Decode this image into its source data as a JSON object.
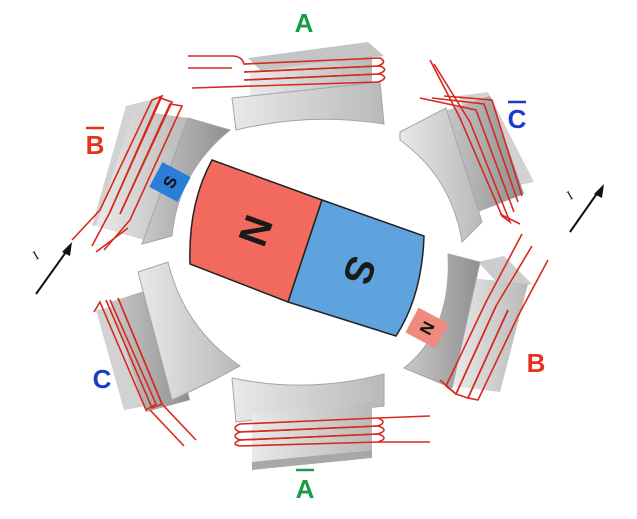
{
  "colors": {
    "phase_a": "#1a9c4a",
    "phase_b": "#e8311c",
    "phase_c": "#1a3bc8",
    "winding": "#d8281e",
    "north": "#f26a5e",
    "south": "#5fa3de",
    "stator_light": "#dcdcdc",
    "stator_dark": "#9c9c9c",
    "arrow": "#111111"
  },
  "labels": {
    "a": "A",
    "a_bar": "A",
    "b": "B",
    "b_bar": "B",
    "c": "C",
    "c_bar": "C"
  },
  "rotor": {
    "north_label": "N",
    "south_label": "S"
  },
  "induced_poles": {
    "upper_left": "S",
    "lower_right": "N"
  },
  "current": {
    "left_label": "I",
    "right_label": "I"
  }
}
